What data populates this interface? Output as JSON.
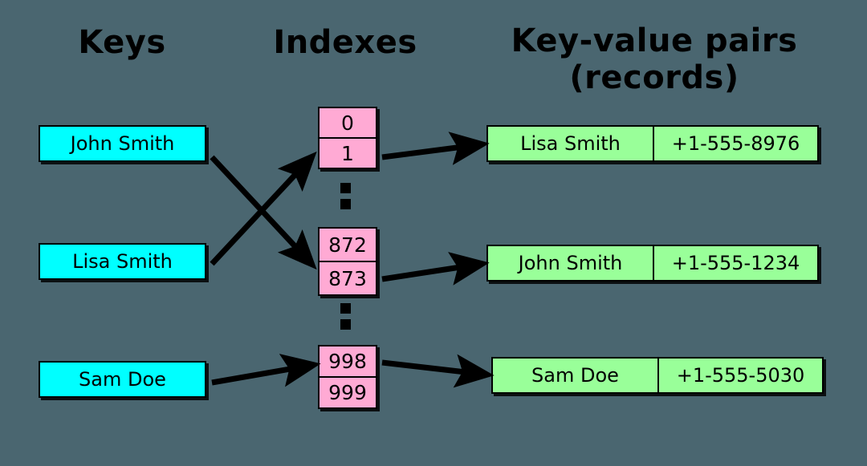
{
  "background_color": "#4a6670",
  "palette": {
    "key_box": "#00ffff",
    "index_box": "#ffaad4",
    "record_box": "#99ff99",
    "outline": "#000000",
    "text": "#000000"
  },
  "headings": {
    "keys": "Keys",
    "indexes": "Indexes",
    "records": "Key-value pairs\n(records)"
  },
  "keys": [
    {
      "label": "John Smith"
    },
    {
      "label": "Lisa Smith"
    },
    {
      "label": "Sam Doe"
    }
  ],
  "index_groups": [
    {
      "cells": [
        "0",
        "1"
      ]
    },
    {
      "cells": [
        "872",
        "873"
      ]
    },
    {
      "cells": [
        "998",
        "999"
      ]
    }
  ],
  "ellipses": [
    {
      "dots": 2
    },
    {
      "dots": 2
    }
  ],
  "records": [
    {
      "key": "Lisa Smith",
      "value": "+1-555-8976"
    },
    {
      "key": "John Smith",
      "value": "+1-555-1234"
    },
    {
      "key": "Sam Doe",
      "value": "+1-555-5030"
    }
  ],
  "arrows": [
    {
      "name": "john-smith-to-index-873",
      "from": "key John Smith",
      "to": "index 873"
    },
    {
      "name": "lisa-smith-to-index-1",
      "from": "key Lisa Smith",
      "to": "index 1"
    },
    {
      "name": "sam-doe-to-index-998",
      "from": "key Sam Doe",
      "to": "index 998"
    },
    {
      "name": "index-1-to-record-lisa-smith",
      "from": "index 1",
      "to": "record Lisa Smith"
    },
    {
      "name": "index-873-to-record-john-smith",
      "from": "index 873",
      "to": "record John Smith"
    },
    {
      "name": "index-998-to-record-sam-doe",
      "from": "index 998",
      "to": "record Sam Doe"
    }
  ]
}
